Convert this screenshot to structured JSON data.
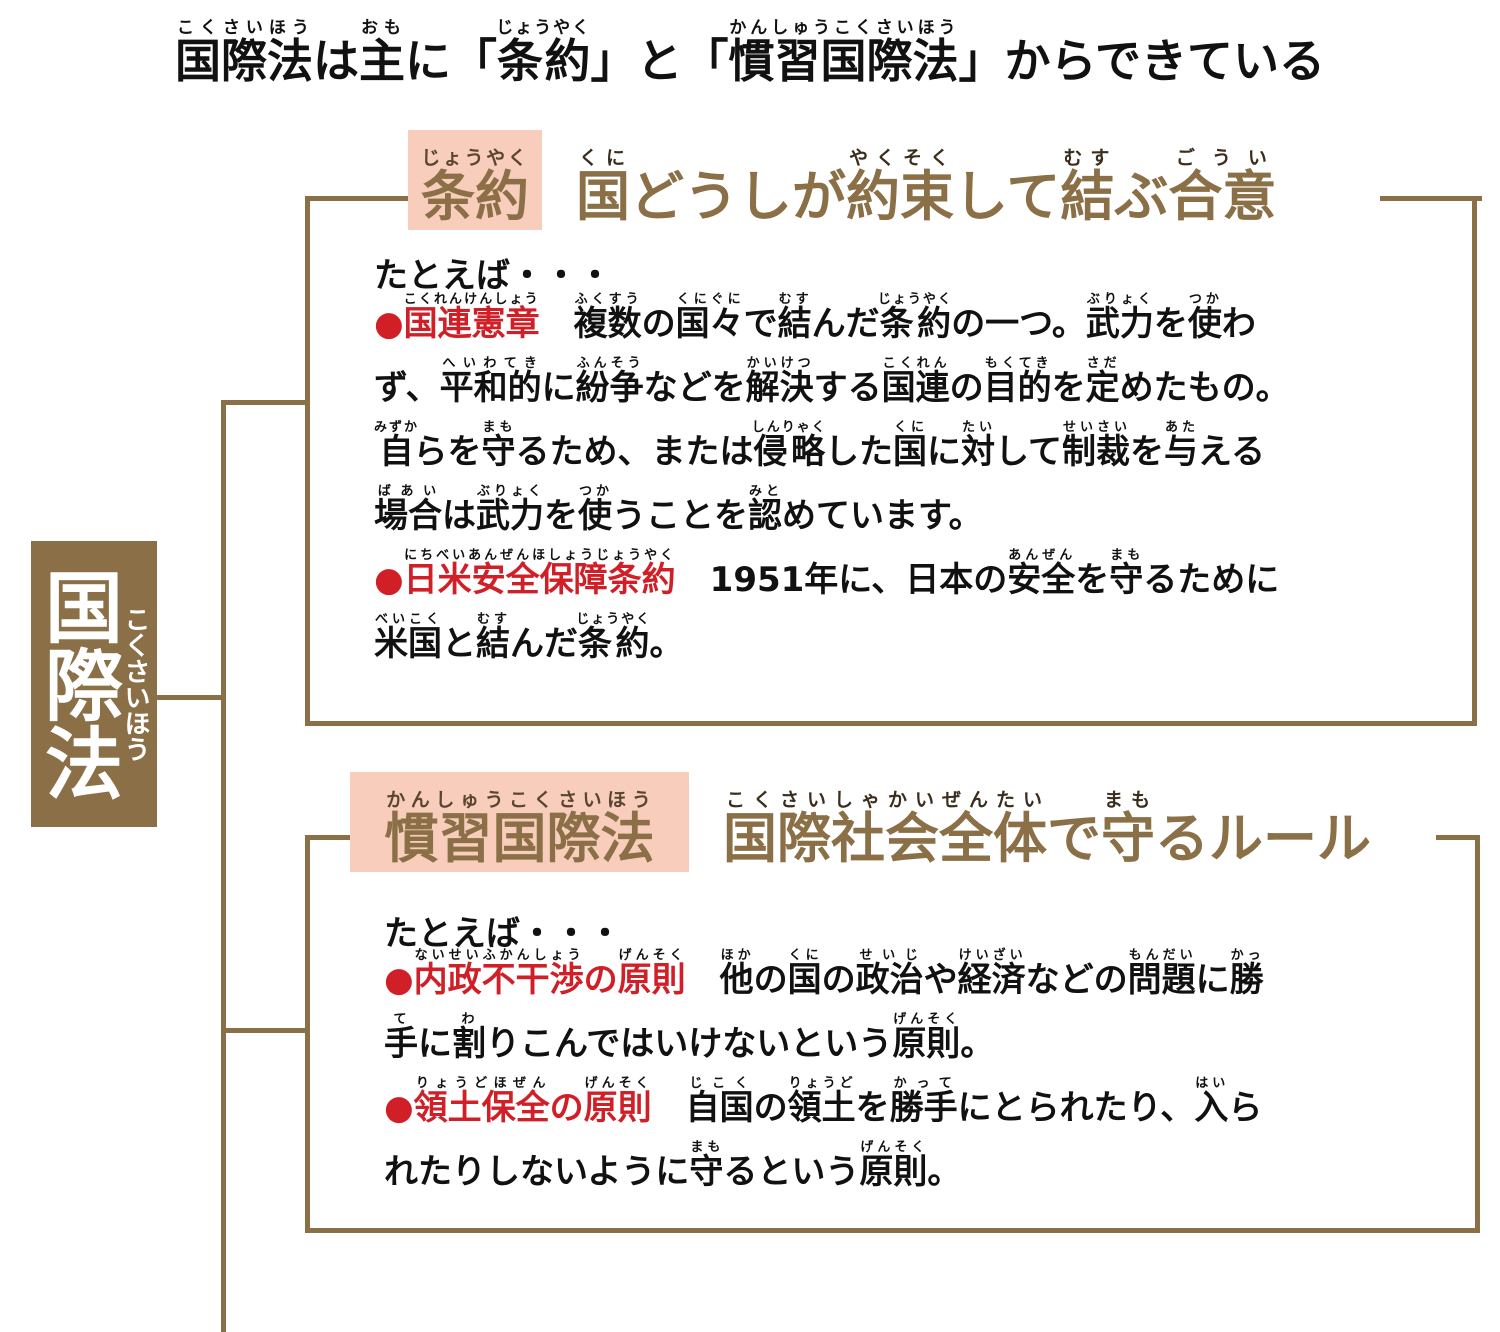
{
  "title": {
    "segments": [
      {
        "base": "国際法",
        "ruby": "こくさいほう"
      },
      {
        "base": "は",
        "ruby": ""
      },
      {
        "base": "主",
        "ruby": "おも"
      },
      {
        "base": "に「",
        "ruby": ""
      },
      {
        "base": "条約",
        "ruby": "じょうやく"
      },
      {
        "base": "」と「",
        "ruby": ""
      },
      {
        "base": "慣習国際法",
        "ruby": "かんしゅうこくさいほう"
      },
      {
        "base": "」からできている",
        "ruby": ""
      }
    ]
  },
  "root": {
    "label": "国際法",
    "ruby": "こくさいほう"
  },
  "colors": {
    "brown": "#8a6f47",
    "label_bg": "#f8cdbb",
    "red": "#d01f27",
    "text": "#111111"
  },
  "treaty": {
    "label": "条約",
    "label_ruby": "じょうやく",
    "definition": [
      {
        "base": "国",
        "ruby": "くに"
      },
      {
        "base": "どうしが",
        "ruby": ""
      },
      {
        "base": "約束",
        "ruby": "やくそく"
      },
      {
        "base": "して",
        "ruby": ""
      },
      {
        "base": "結",
        "ruby": "むす"
      },
      {
        "base": "ぶ",
        "ruby": ""
      },
      {
        "base": "合意",
        "ruby": "ごうい"
      }
    ],
    "intro": "たとえば・・・",
    "lines": [
      [
        {
          "base": "●",
          "ruby": "",
          "style": "bullet"
        },
        {
          "base": "国連憲章",
          "ruby": "こくれんけんしょう",
          "style": "red"
        },
        {
          "base": "　",
          "ruby": ""
        },
        {
          "base": "複数",
          "ruby": "ふくすう"
        },
        {
          "base": "の",
          "ruby": ""
        },
        {
          "base": "国々",
          "ruby": "くにぐに"
        },
        {
          "base": "で",
          "ruby": ""
        },
        {
          "base": "結",
          "ruby": "むす"
        },
        {
          "base": "んだ",
          "ruby": ""
        },
        {
          "base": "条約",
          "ruby": "じょうやく"
        },
        {
          "base": "の一つ。",
          "ruby": ""
        },
        {
          "base": "武力",
          "ruby": "ぶりょく"
        },
        {
          "base": "を",
          "ruby": ""
        },
        {
          "base": "使",
          "ruby": "つか"
        },
        {
          "base": "わ",
          "ruby": ""
        }
      ],
      [
        {
          "base": "ず、",
          "ruby": ""
        },
        {
          "base": "平和的",
          "ruby": "へいわてき"
        },
        {
          "base": "に",
          "ruby": ""
        },
        {
          "base": "紛争",
          "ruby": "ふんそう"
        },
        {
          "base": "などを",
          "ruby": ""
        },
        {
          "base": "解決",
          "ruby": "かいけつ"
        },
        {
          "base": "する",
          "ruby": ""
        },
        {
          "base": "国連",
          "ruby": "こくれん"
        },
        {
          "base": "の",
          "ruby": ""
        },
        {
          "base": "目的",
          "ruby": "もくてき"
        },
        {
          "base": "を",
          "ruby": ""
        },
        {
          "base": "定",
          "ruby": "さだ"
        },
        {
          "base": "めたもの。",
          "ruby": ""
        }
      ],
      [
        {
          "base": "自",
          "ruby": "みずか"
        },
        {
          "base": "らを",
          "ruby": ""
        },
        {
          "base": "守",
          "ruby": "まも"
        },
        {
          "base": "るため、または",
          "ruby": ""
        },
        {
          "base": "侵略",
          "ruby": "しんりゃく"
        },
        {
          "base": "した",
          "ruby": ""
        },
        {
          "base": "国",
          "ruby": "くに"
        },
        {
          "base": "に",
          "ruby": ""
        },
        {
          "base": "対",
          "ruby": "たい"
        },
        {
          "base": "して",
          "ruby": ""
        },
        {
          "base": "制裁",
          "ruby": "せいさい"
        },
        {
          "base": "を",
          "ruby": ""
        },
        {
          "base": "与",
          "ruby": "あた"
        },
        {
          "base": "える",
          "ruby": ""
        }
      ],
      [
        {
          "base": "場合",
          "ruby": "ばあい"
        },
        {
          "base": "は",
          "ruby": ""
        },
        {
          "base": "武力",
          "ruby": "ぶりょく"
        },
        {
          "base": "を",
          "ruby": ""
        },
        {
          "base": "使",
          "ruby": "つか"
        },
        {
          "base": "うことを",
          "ruby": ""
        },
        {
          "base": "認",
          "ruby": "みと"
        },
        {
          "base": "めています。",
          "ruby": ""
        }
      ],
      [
        {
          "base": "●",
          "ruby": "",
          "style": "bullet"
        },
        {
          "base": "日米安全保障条約",
          "ruby": "にちべいあんぜんほしょうじょうやく",
          "style": "red"
        },
        {
          "base": "　1951年に、日本の",
          "ruby": ""
        },
        {
          "base": "安全",
          "ruby": "あんぜん"
        },
        {
          "base": "を",
          "ruby": ""
        },
        {
          "base": "守",
          "ruby": "まも"
        },
        {
          "base": "るために",
          "ruby": ""
        }
      ],
      [
        {
          "base": "米国",
          "ruby": "べいこく"
        },
        {
          "base": "と",
          "ruby": ""
        },
        {
          "base": "結",
          "ruby": "むす"
        },
        {
          "base": "んだ",
          "ruby": ""
        },
        {
          "base": "条約",
          "ruby": "じょうやく"
        },
        {
          "base": "。",
          "ruby": ""
        }
      ]
    ]
  },
  "customary": {
    "label": "慣習国際法",
    "label_ruby": "かんしゅうこくさいほう",
    "definition": [
      {
        "base": "国際社会全体",
        "ruby": "こくさいしゃかいぜんたい"
      },
      {
        "base": "で",
        "ruby": ""
      },
      {
        "base": "守",
        "ruby": "まも"
      },
      {
        "base": "るルール",
        "ruby": ""
      }
    ],
    "intro": "たとえば・・・",
    "lines": [
      [
        {
          "base": "●",
          "ruby": "",
          "style": "bullet"
        },
        {
          "base": "内政不干渉",
          "ruby": "ないせいふかんしょう",
          "style": "red"
        },
        {
          "base": "の",
          "ruby": "",
          "style": "red"
        },
        {
          "base": "原則",
          "ruby": "げんそく",
          "style": "red"
        },
        {
          "base": "　",
          "ruby": ""
        },
        {
          "base": "他",
          "ruby": "ほか"
        },
        {
          "base": "の",
          "ruby": ""
        },
        {
          "base": "国",
          "ruby": "くに"
        },
        {
          "base": "の",
          "ruby": ""
        },
        {
          "base": "政治",
          "ruby": "せいじ"
        },
        {
          "base": "や",
          "ruby": ""
        },
        {
          "base": "経済",
          "ruby": "けいざい"
        },
        {
          "base": "などの",
          "ruby": ""
        },
        {
          "base": "問題",
          "ruby": "もんだい"
        },
        {
          "base": "に",
          "ruby": ""
        },
        {
          "base": "勝",
          "ruby": "かっ"
        }
      ],
      [
        {
          "base": "手",
          "ruby": "て"
        },
        {
          "base": "に",
          "ruby": ""
        },
        {
          "base": "割",
          "ruby": "わ"
        },
        {
          "base": "りこんではいけないという",
          "ruby": ""
        },
        {
          "base": "原則",
          "ruby": "げんそく"
        },
        {
          "base": "。",
          "ruby": ""
        }
      ],
      [
        {
          "base": "●",
          "ruby": "",
          "style": "bullet"
        },
        {
          "base": "領土保全",
          "ruby": "りょうどほぜん",
          "style": "red"
        },
        {
          "base": "の",
          "ruby": "",
          "style": "red"
        },
        {
          "base": "原則",
          "ruby": "げんそく",
          "style": "red"
        },
        {
          "base": "　",
          "ruby": ""
        },
        {
          "base": "自国",
          "ruby": "じこく"
        },
        {
          "base": "の",
          "ruby": ""
        },
        {
          "base": "領土",
          "ruby": "りょうど"
        },
        {
          "base": "を",
          "ruby": ""
        },
        {
          "base": "勝手",
          "ruby": "かって"
        },
        {
          "base": "にとられたり、",
          "ruby": ""
        },
        {
          "base": "入",
          "ruby": "はい"
        },
        {
          "base": "ら",
          "ruby": ""
        }
      ],
      [
        {
          "base": "れたりしないように",
          "ruby": ""
        },
        {
          "base": "守",
          "ruby": "まも"
        },
        {
          "base": "るという",
          "ruby": ""
        },
        {
          "base": "原則",
          "ruby": "げんそく"
        },
        {
          "base": "。",
          "ruby": ""
        }
      ]
    ]
  }
}
